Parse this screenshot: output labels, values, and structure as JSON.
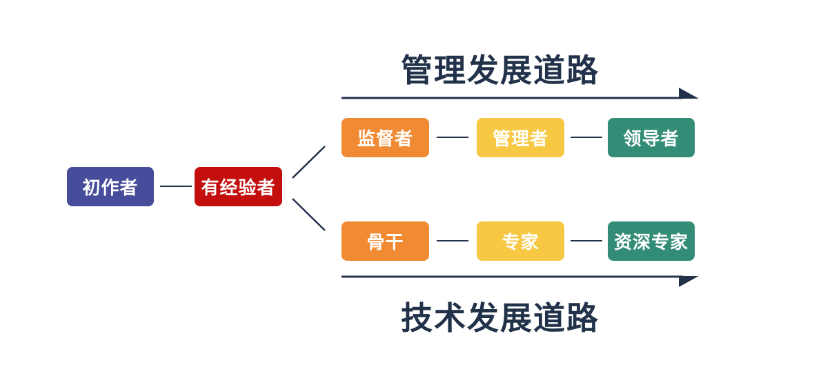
{
  "colors": {
    "text_dark": "#22324a",
    "line": "#22324a",
    "blue": "#474c9b",
    "red": "#c40e0e",
    "orange": "#f08b34",
    "yellow": "#f6c843",
    "teal": "#328c76"
  },
  "start": {
    "beginner": "初作者",
    "experienced": "有经验者"
  },
  "management_path": {
    "title": "管理发展道路",
    "nodes": [
      "监督者",
      "管理者",
      "领导者"
    ]
  },
  "technical_path": {
    "title": "技术发展道路",
    "nodes": [
      "骨干",
      "专家",
      "资深专家"
    ]
  }
}
